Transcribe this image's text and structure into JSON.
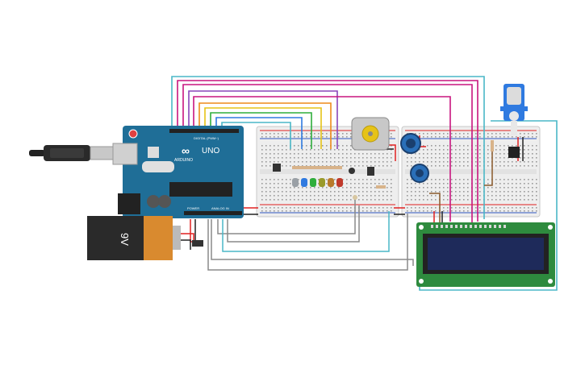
{
  "arduino": {
    "logo": "UNO",
    "brand": "ARDUINO",
    "digital_label": "DIGITAL (PWM~)",
    "power_label": "POWER",
    "analog_label": "ANALOG IN"
  },
  "battery": {
    "label": "9V"
  },
  "lcd": {
    "text": ""
  },
  "colors": {
    "wire_red": "#e02020",
    "wire_black": "#222222",
    "wire_cyan": "#4ab7c7",
    "wire_magenta": "#c8157f",
    "wire_purple": "#8a46b8",
    "wire_yellow": "#e6c317",
    "wire_orange": "#ee8a1a",
    "wire_green": "#2fae3c",
    "wire_blue": "#2f7ae0",
    "wire_gray": "#8a8a8a",
    "wire_brown": "#8a5a2b",
    "board_blue": "#1f6e97",
    "lcd_green": "#2e8b3e",
    "lcd_screen": "#1e2a5a",
    "battery_body": "#2a2a2a",
    "battery_top": "#d98a2f"
  },
  "leds": [
    "#9aa0a6",
    "#2f7ae0",
    "#2fae3c",
    "#9a9a2a",
    "#b87a2a",
    "#c0392b"
  ]
}
